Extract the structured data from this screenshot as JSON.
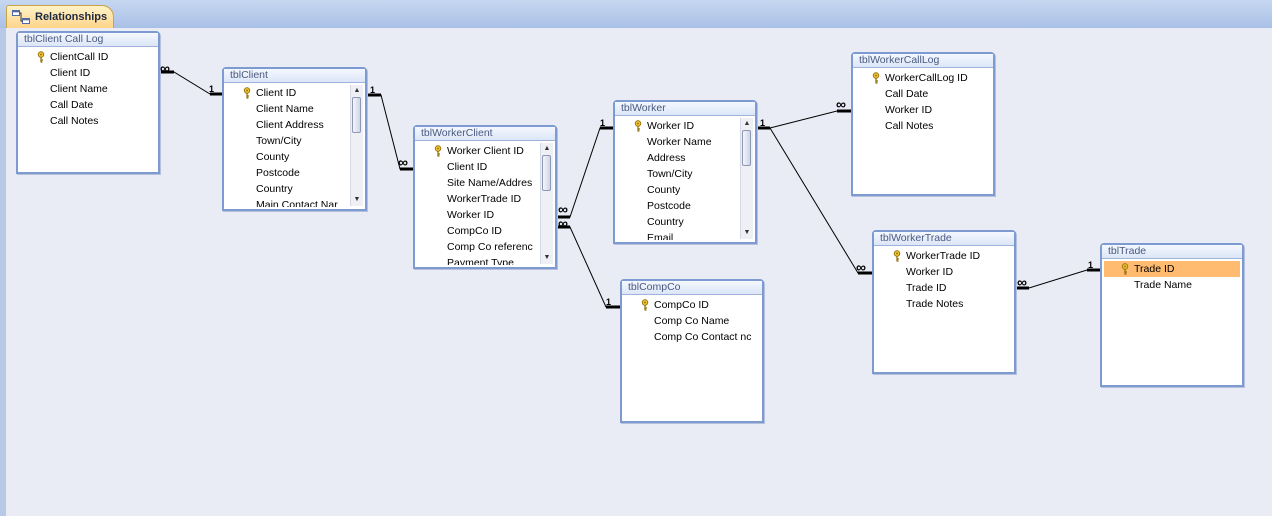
{
  "tab": {
    "label": "Relationships"
  },
  "relation_labels": {
    "one": "1",
    "many": "∞"
  },
  "tables": [
    {
      "name": "tblClient Call Log",
      "fields": [
        {
          "name": "ClientCall ID",
          "key": true
        },
        {
          "name": "Client ID"
        },
        {
          "name": "Client Name"
        },
        {
          "name": "Call Date"
        },
        {
          "name": "Call Notes"
        }
      ]
    },
    {
      "name": "tblClient",
      "scrollbar": true,
      "fields": [
        {
          "name": "Client ID",
          "key": true
        },
        {
          "name": "Client Name"
        },
        {
          "name": "Client Address"
        },
        {
          "name": "Town/City"
        },
        {
          "name": "County"
        },
        {
          "name": "Postcode"
        },
        {
          "name": "Country"
        },
        {
          "name": "Main Contact Nar"
        }
      ]
    },
    {
      "name": "tblWorkerClient",
      "scrollbar": true,
      "fields": [
        {
          "name": "Worker Client ID",
          "key": true
        },
        {
          "name": "Client ID"
        },
        {
          "name": "Site Name/Addres"
        },
        {
          "name": "WorkerTrade ID"
        },
        {
          "name": "Worker ID"
        },
        {
          "name": "CompCo ID"
        },
        {
          "name": "Comp Co referenc"
        },
        {
          "name": "Payment Type"
        }
      ]
    },
    {
      "name": "tblWorker",
      "scrollbar": true,
      "fields": [
        {
          "name": "Worker ID",
          "key": true
        },
        {
          "name": "Worker Name"
        },
        {
          "name": "Address"
        },
        {
          "name": "Town/City"
        },
        {
          "name": "County"
        },
        {
          "name": "Postcode"
        },
        {
          "name": "Country"
        },
        {
          "name": "Email"
        }
      ]
    },
    {
      "name": "tblWorkerCallLog",
      "fields": [
        {
          "name": "WorkerCallLog ID",
          "key": true
        },
        {
          "name": "Call Date"
        },
        {
          "name": "Worker ID"
        },
        {
          "name": "Call Notes"
        }
      ]
    },
    {
      "name": "tblCompCo",
      "fields": [
        {
          "name": "CompCo ID",
          "key": true
        },
        {
          "name": "Comp Co Name"
        },
        {
          "name": "Comp Co Contact nc"
        }
      ]
    },
    {
      "name": "tblWorkerTrade",
      "fields": [
        {
          "name": "WorkerTrade ID",
          "key": true
        },
        {
          "name": "Worker ID"
        },
        {
          "name": "Trade ID"
        },
        {
          "name": "Trade Notes"
        }
      ]
    },
    {
      "name": "tblTrade",
      "fields": [
        {
          "name": "Trade ID",
          "key": true,
          "selected": true
        },
        {
          "name": "Trade Name"
        }
      ]
    }
  ]
}
